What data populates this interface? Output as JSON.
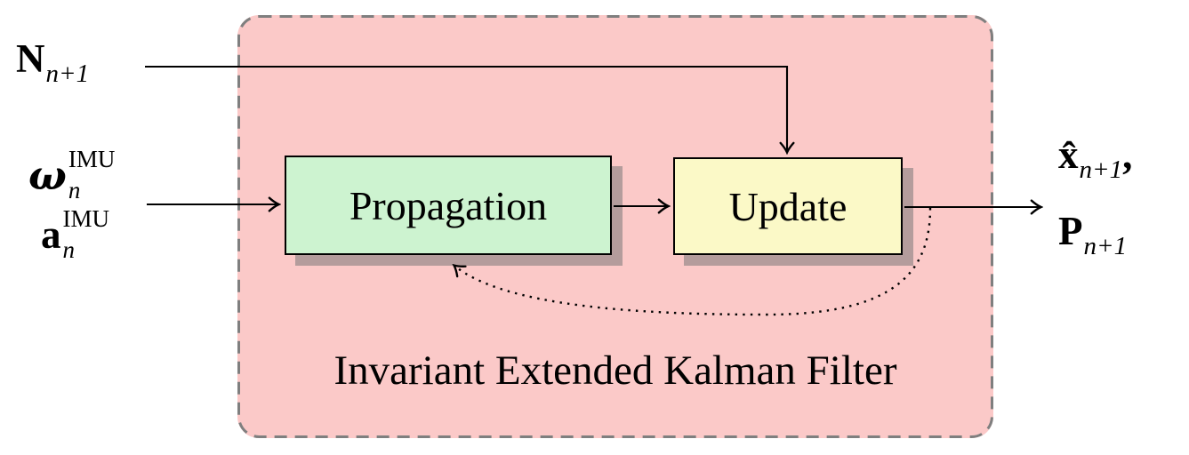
{
  "palette": {
    "outer_bg": "#ffffff",
    "container_fill": "#fbc9c8",
    "container_border": "#7f7f7f",
    "propagation_fill": "#cdf3d0",
    "update_fill": "#fbf9c7",
    "shadow": "#b49c9c",
    "line": "#000000"
  },
  "container": {
    "label": "Invariant Extended Kalman Filter"
  },
  "blocks": {
    "propagation": {
      "label": "Propagation"
    },
    "update": {
      "label": "Update"
    }
  },
  "inputs": {
    "noise": {
      "base": "N",
      "sub": "n+1"
    },
    "gyro": {
      "base": "ω",
      "sup": "IMU",
      "sub": "n"
    },
    "accel": {
      "base": "a",
      "sup": "IMU",
      "sub": "n"
    }
  },
  "outputs": {
    "state": {
      "base": "x̂",
      "sub": "n+1",
      "suffix": ","
    },
    "covariance": {
      "base": "P",
      "sub": "n+1"
    }
  },
  "connectors": {
    "noise_arrow": "measurement-noise into Update",
    "imu_input_arrow": "IMU input into Propagation",
    "propagation_to_update_arrow": "Propagation to Update",
    "output_arrow": "Update to output",
    "feedback_dotted_arrow": "updated state fed back to Propagation"
  }
}
